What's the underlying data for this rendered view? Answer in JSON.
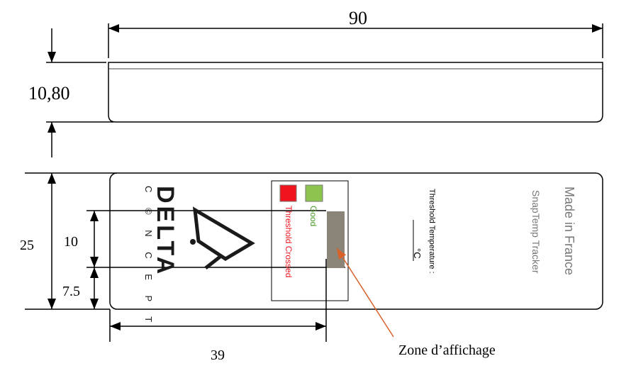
{
  "dimensions": {
    "length": "90",
    "thickness": "10,80",
    "width": "25",
    "zone_height": "10",
    "zone_offset": "7.5",
    "zone_position": "39"
  },
  "logo": {
    "brand": "DELTA",
    "subtitle": "C © N C E P T"
  },
  "display_box": {
    "threshold_label": "Threshold Crossed",
    "good_label": "Good",
    "red": "#f0141e",
    "green": "#8dc44f",
    "zone_color": "#8b8478"
  },
  "label": {
    "threshold_temperature": "Threshold Temperature :",
    "unit": "°C",
    "made_in": "Made in France",
    "product": "SnapTemp Tracker"
  },
  "annotation": {
    "zone_label": "Zone d’affichage",
    "arrow_color": "#d9622b"
  }
}
